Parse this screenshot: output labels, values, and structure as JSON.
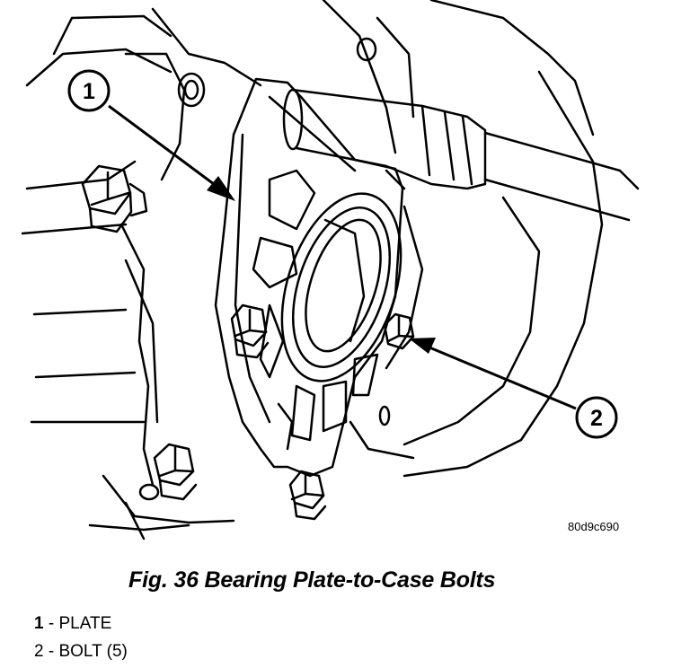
{
  "figure": {
    "reference_id": "80d9c690",
    "caption": "Fig. 36 Bearing Plate-to-Case Bolts"
  },
  "callouts": [
    {
      "number": "1"
    },
    {
      "number": "2"
    }
  ],
  "legend": [
    {
      "number": "1",
      "separator": " - ",
      "label": "PLATE"
    },
    {
      "number": "2",
      "separator": " - ",
      "label": "BOLT (5)"
    }
  ]
}
